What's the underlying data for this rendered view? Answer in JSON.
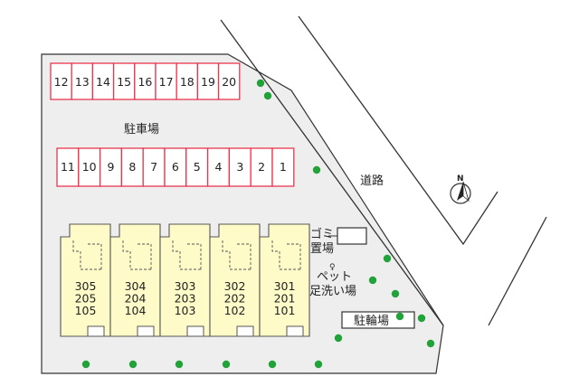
{
  "map": {
    "road_label": "道路",
    "parking_label": "駐車場",
    "garbage_label_line1": "ゴミ",
    "garbage_label_line2": "置場",
    "pet_label_line1": "ペット",
    "pet_label_line2": "足洗い場",
    "bicycle_label": "駐輪場",
    "north_label": "N",
    "parking_top_row": [
      "12",
      "13",
      "14",
      "15",
      "16",
      "17",
      "18",
      "19",
      "20"
    ],
    "parking_bottom_row": [
      "11",
      "10",
      "9",
      "8",
      "7",
      "6",
      "5",
      "4",
      "3",
      "2",
      "1"
    ],
    "units": [
      {
        "floors": [
          "305",
          "205",
          "105"
        ]
      },
      {
        "floors": [
          "304",
          "204",
          "104"
        ]
      },
      {
        "floors": [
          "303",
          "203",
          "103"
        ]
      },
      {
        "floors": [
          "302",
          "202",
          "102"
        ]
      },
      {
        "floors": [
          "301",
          "201",
          "101"
        ]
      }
    ],
    "colors": {
      "site": "#eeeeee",
      "parking_stroke": "#e8364f",
      "parking_fill": "#ffffff",
      "building_fill": "#fffbc8",
      "building_stroke": "#555555",
      "tree": "#22a33a",
      "road_line": "#333333"
    }
  }
}
